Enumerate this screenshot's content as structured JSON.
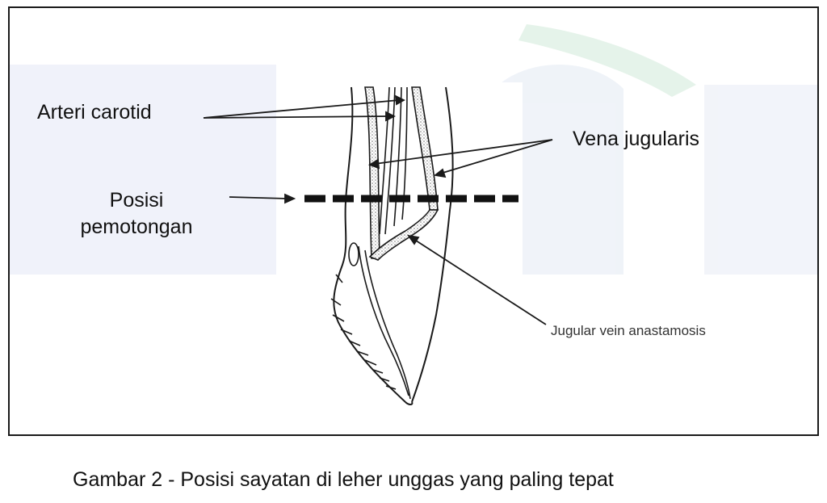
{
  "labels": {
    "arteri_carotid": "Arteri carotid",
    "vena_jugularis": "Vena jugularis",
    "posisi_line1": "Posisi",
    "posisi_line2": "pemotongan",
    "jugular_anastomosis": "Jugular vein anastamosis"
  },
  "caption": "Gambar 2 - Posisi sayatan di leher unggas yang paling tepat",
  "colors": {
    "line": "#1a1a1a",
    "watermark_blue": "#dde4f3",
    "watermark_green": "#dcefe3",
    "vessel_fill": "#d9d9d9"
  }
}
